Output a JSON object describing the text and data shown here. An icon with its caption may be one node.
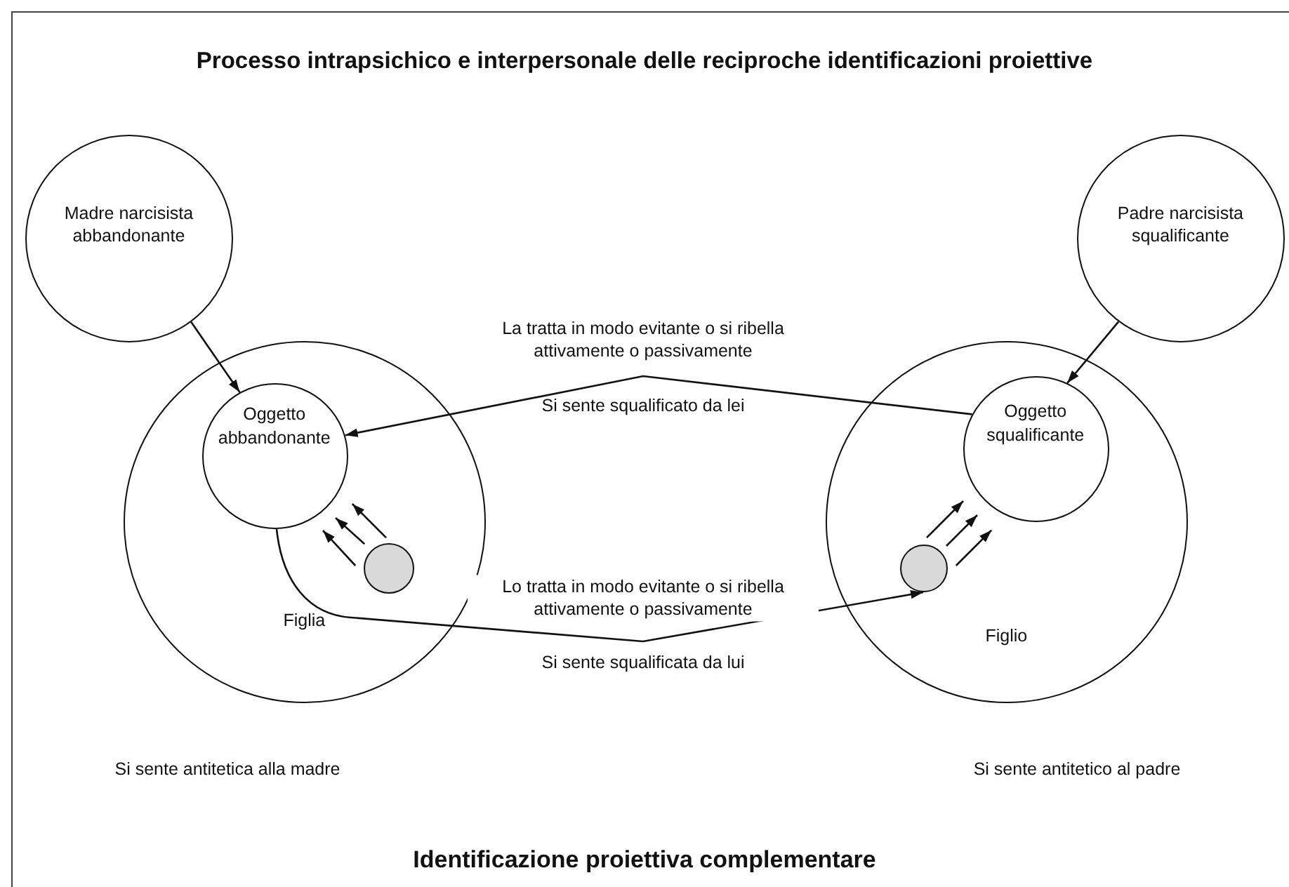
{
  "diagram": {
    "title": "Processo intrapsichico e interpersonale delle reciproche identificazioni proiettive",
    "caption": "Identificazione proiettiva complementare",
    "nodes": [
      {
        "text": [
          "Madre narcisista abbandonante"
        ]
      },
      {
        "text": [
          "Padre narcisista squalificante"
        ]
      },
      {
        "text": [
          "Figlia"
        ],
        "beside": [
          "Si sente antitetica alla madre"
        ]
      },
      {
        "text": [
          "Oggetto abbandonante"
        ],
        "in": 2
      },
      {
        "text": [],
        "shape": "circle",
        "in": 2
      },
      {
        "text": [
          "Figlio"
        ],
        "beside": [
          "Si sente antitetico al padre"
        ]
      },
      {
        "text": [
          "Oggetto squalificante"
        ],
        "in": 5
      },
      {
        "text": [],
        "shape": "circle",
        "in": 5
      }
    ],
    "edges": [
      {
        "from": 0,
        "to": 3,
        "arrow": "to"
      },
      {
        "from": 1,
        "to": 6,
        "arrow": "to"
      },
      {
        "from": 6,
        "to": 3,
        "arrow": "to",
        "label": "La tratta in modo evitante o si ribella attivamente o passivamente"
      },
      {
        "from": 3,
        "to": 7,
        "arrow": "to",
        "label": "Lo tratta in modo evitante o si ribella attivamente o passivamente"
      },
      {
        "from": 4,
        "to": 3,
        "arrow": "to"
      },
      {
        "from": 4,
        "to": 3,
        "arrow": "to"
      },
      {
        "from": 4,
        "to": 3,
        "arrow": "to"
      },
      {
        "from": 7,
        "to": 6,
        "arrow": "to"
      },
      {
        "from": 7,
        "to": 6,
        "arrow": "to"
      },
      {
        "from": 7,
        "to": 6,
        "arrow": "to"
      }
    ],
    "labels": [
      "Si sente squalificato da lei",
      "Si sente squalificata da lui"
    ]
  }
}
